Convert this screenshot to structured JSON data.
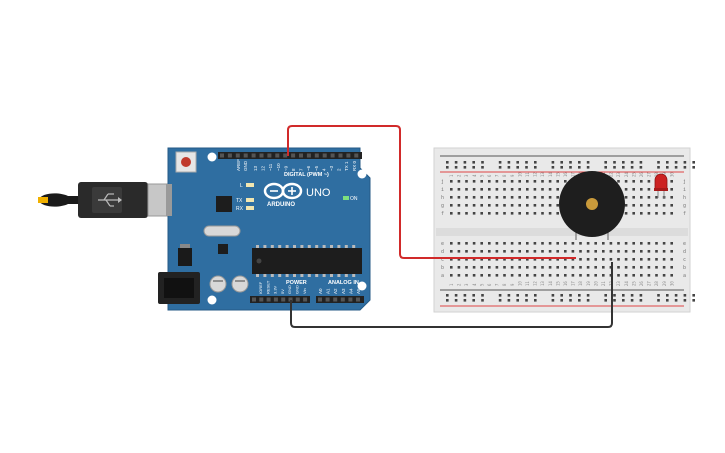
{
  "arduino": {
    "brand": "ARDUINO",
    "model": "UNO",
    "digital_label": "DIGITAL (PWM ~)",
    "power_label": "POWER",
    "analog_label": "ANALOG IN",
    "on_label": "ON",
    "tx_label": "TX",
    "rx_label": "RX",
    "l_label": "L",
    "aref_label": "AREF",
    "gnd_label": "GND",
    "digital_pins": [
      "13",
      "12",
      "~11",
      "~10",
      "~9",
      "8",
      "7",
      "~6",
      "~5",
      "4",
      "~3",
      "2",
      "TX 1",
      "RX 0"
    ],
    "power_pins": [
      "IOREF",
      "RESET",
      "3.3V",
      "5V",
      "GND",
      "GND",
      "Vin"
    ],
    "analog_pins": [
      "A0",
      "A1",
      "A2",
      "A3",
      "A4",
      "A5"
    ]
  },
  "breadboard": {
    "row_letters_top": [
      "j",
      "i",
      "h",
      "g",
      "f"
    ],
    "row_letters_bottom": [
      "e",
      "d",
      "c",
      "b",
      "a"
    ],
    "column_count": 30
  },
  "components": {
    "buzzer": "piezo-buzzer",
    "led": "red-led",
    "cable": "usb-cable"
  },
  "colors": {
    "arduino_board": "#2f6ea1",
    "header": "#222222",
    "wire_signal": "#d12a2a",
    "wire_ground": "#333333",
    "breadboard": "#e9e9e9",
    "rail_red": "#e04545",
    "rail_black": "#555555",
    "buzzer_body": "#1e1e1e",
    "buzzer_center": "#c99a3b",
    "led": "#cc2222"
  }
}
